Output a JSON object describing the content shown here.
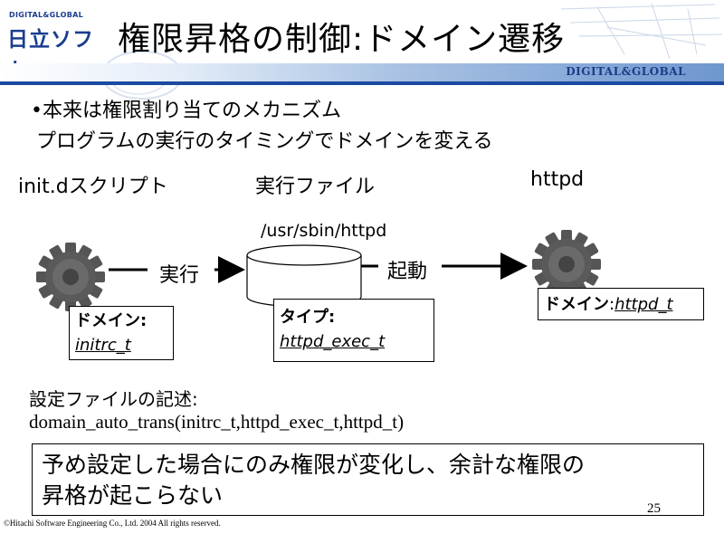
{
  "header": {
    "logo_small": "DIGITAL&GLOBAL",
    "logo_main": "日立ソフト",
    "title": "権限昇格の制御:ドメイン遷移",
    "tagline": "DIGITAL&GLOBAL"
  },
  "bullet": {
    "line1": "•本来は権限割り当てのメカニズム",
    "line2": "プログラムの実行のタイミングでドメインを変える"
  },
  "diagram": {
    "col1_title": "init.dスクリプト",
    "col2_title": "実行ファイル",
    "col3_title": "httpd",
    "file_path": "/usr/sbin/httpd",
    "arrow1_label": "実行",
    "arrow2_label": "起動",
    "box1_label": "ドメイン:",
    "box1_value": "initrc_t",
    "box2_label": "タイプ:",
    "box2_value": "httpd_exec_t",
    "box3_label": "ドメイン",
    "box3_sep": ":",
    "box3_value": "httpd_t",
    "gear_color": "#555555"
  },
  "config": {
    "line1": "設定ファイルの記述:",
    "line2": "domain_auto_trans(initrc_t,httpd_exec_t,httpd_t)"
  },
  "note": {
    "line1": "予め設定した場合にのみ権限が変化し、余計な権限の",
    "line2": "昇格が起こらない"
  },
  "footer": {
    "page_number": "25",
    "copyright": "©Hitachi Software Engineering Co., Ltd. 2004 All rights reserved."
  },
  "colors": {
    "brand_blue": "#1a3d8f",
    "header_line": "#1b4aa0"
  }
}
